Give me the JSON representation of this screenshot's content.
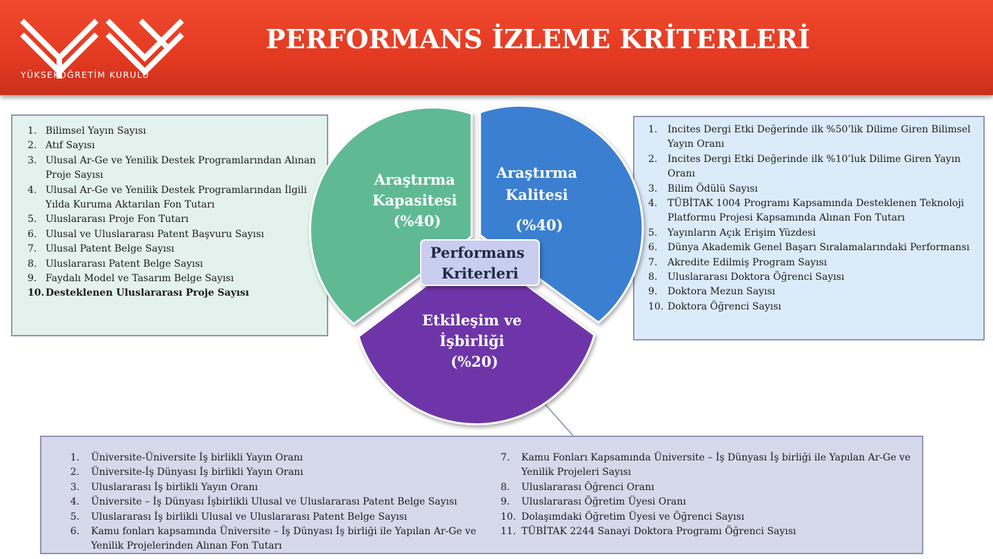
{
  "header": {
    "title": "PERFORMANS İZLEME KRİTERLERİ",
    "logo_text": "YÜKSEKÖĞRETİM KURULU",
    "logo_icon": "yok-logo-icon"
  },
  "colors": {
    "header": "#e63e24",
    "capacity": "#5fba94",
    "quality": "#3a7fd0",
    "interaction": "#6e34a8",
    "center_box": "#c9cdf0",
    "connector": "#9aa2b8"
  },
  "diagram": {
    "center": {
      "line1": "Performans",
      "line2": "Kriterleri"
    },
    "segments": [
      {
        "id": "capacity",
        "lines": [
          "Araştırma",
          "Kapasitesi",
          "(%40)"
        ],
        "share": 40
      },
      {
        "id": "quality",
        "lines": [
          "Araştırma",
          "Kalitesi",
          "(%40)"
        ],
        "share": 40
      },
      {
        "id": "interaction",
        "lines": [
          "Etkileşim ve",
          "İşbirliği",
          "(%20)"
        ],
        "share": 20
      }
    ]
  },
  "capacity_list": [
    {
      "num": "1.",
      "text": "Bilimsel Yayın Sayısı"
    },
    {
      "num": "2.",
      "text": "Atıf Sayısı"
    },
    {
      "num": "3.",
      "text": "Ulusal Ar-Ge ve Yenilik  Destek Programlarından Alınan Proje Sayısı"
    },
    {
      "num": "4.",
      "text": "Ulusal Ar-Ge ve Yenilik  Destek Programlarından İlgili Yılda Kuruma Aktarılan Fon Tutarı"
    },
    {
      "num": "5.",
      "text": "Uluslararası Proje Fon Tutarı"
    },
    {
      "num": "6.",
      "text": "Ulusal ve Uluslararası Patent Başvuru Sayısı"
    },
    {
      "num": "7.",
      "text": "Ulusal Patent Belge Sayısı"
    },
    {
      "num": "8.",
      "text": "Uluslararası Patent Belge Sayısı"
    },
    {
      "num": "9.",
      "text": "Faydalı Model ve Tasarım Belge Sayısı"
    },
    {
      "num": "10.",
      "text": "Desteklenen Uluslararası Proje Sayısı",
      "bold": true
    }
  ],
  "quality_list": [
    {
      "num": "1.",
      "text": "Incites Dergi Etki Değerinde ilk %50’lik Dilime Giren Bilimsel Yayın Oranı"
    },
    {
      "num": "2.",
      "text": "Incites Dergi Etki Değerinde ilk %10’luk  Dilime Giren Yayın Oranı"
    },
    {
      "num": "3.",
      "text": "Bilim Ödülü Sayısı"
    },
    {
      "num": "4.",
      "text": "TÜBİTAK 1004 Programı Kapsamında Desteklenen Teknoloji  Platformu Projesi Kapsamında Alınan Fon Tutarı"
    },
    {
      "num": "5.",
      "text": "Yayınların Açık Erişim Yüzdesi"
    },
    {
      "num": "6.",
      "text": "Dünya Akademik Genel Başarı Sıralamalarındaki Performansı"
    },
    {
      "num": "7.",
      "text": "Akredite Edilmiş Program Sayısı"
    },
    {
      "num": "8.",
      "text": "Uluslararası Doktora Öğrenci Sayısı"
    },
    {
      "num": "9.",
      "text": "Doktora Mezun Sayısı"
    },
    {
      "num": "10.",
      "text": "Doktora Öğrenci Sayısı"
    }
  ],
  "interaction_list_a": [
    {
      "num": "1.",
      "text": "Üniversite-Üniversite İş birlikli Yayın Oranı"
    },
    {
      "num": "2.",
      "text": "Üniversite-İş Dünyası İş birlikli Yayın Oranı"
    },
    {
      "num": "3.",
      "text": "Uluslararası İş birlikli Yayın Oranı"
    },
    {
      "num": "4.",
      "text": "Üniversite – İş Dünyası İşbirlikli Ulusal ve Uluslararası Patent Belge Sayısı"
    },
    {
      "num": "5.",
      "text": "Uluslararası İş birlikli Ulusal ve Uluslararası Patent Belge Sayısı"
    },
    {
      "num": "6.",
      "text": "Kamu fonları kapsamında Üniversite – İş Dünyası İş birliği ile Yapılan Ar-Ge ve Yenilik Projelerinden Alınan Fon Tutarı"
    }
  ],
  "interaction_list_b": [
    {
      "num": "7.",
      "text": "Kamu Fonları Kapsamında Üniversite – İş Dünyası İş birliği ile Yapılan Ar-Ge ve Yenilik Projeleri Sayısı"
    },
    {
      "num": "8.",
      "text": "Uluslararası Öğrenci Oranı"
    },
    {
      "num": "9.",
      "text": "Uluslararası Öğretim Üyesi Oranı"
    },
    {
      "num": "10.",
      "text": "Dolaşımdaki Öğretim Üyesi ve Öğrenci Sayısı"
    },
    {
      "num": "11.",
      "text": "TÜBİTAK 2244 Sanayi Doktora Programı Öğrenci Sayısı"
    }
  ]
}
